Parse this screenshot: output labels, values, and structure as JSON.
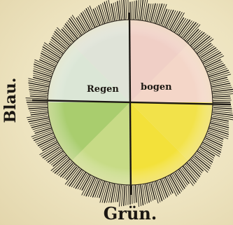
{
  "labels": {
    "center_left": "Regen",
    "center_right": "bogen",
    "left": "Blau.",
    "bottom": "Grün."
  },
  "colors": {
    "paper": "#efe6c4",
    "ink": "#1b1712",
    "wedges": [
      "#f0cfc6",
      "#f4d6c8",
      "#f2e24a",
      "#f3e13a",
      "#c7db86",
      "#a9cd6e",
      "#dbe6d6",
      "#dfe3d8"
    ]
  }
}
